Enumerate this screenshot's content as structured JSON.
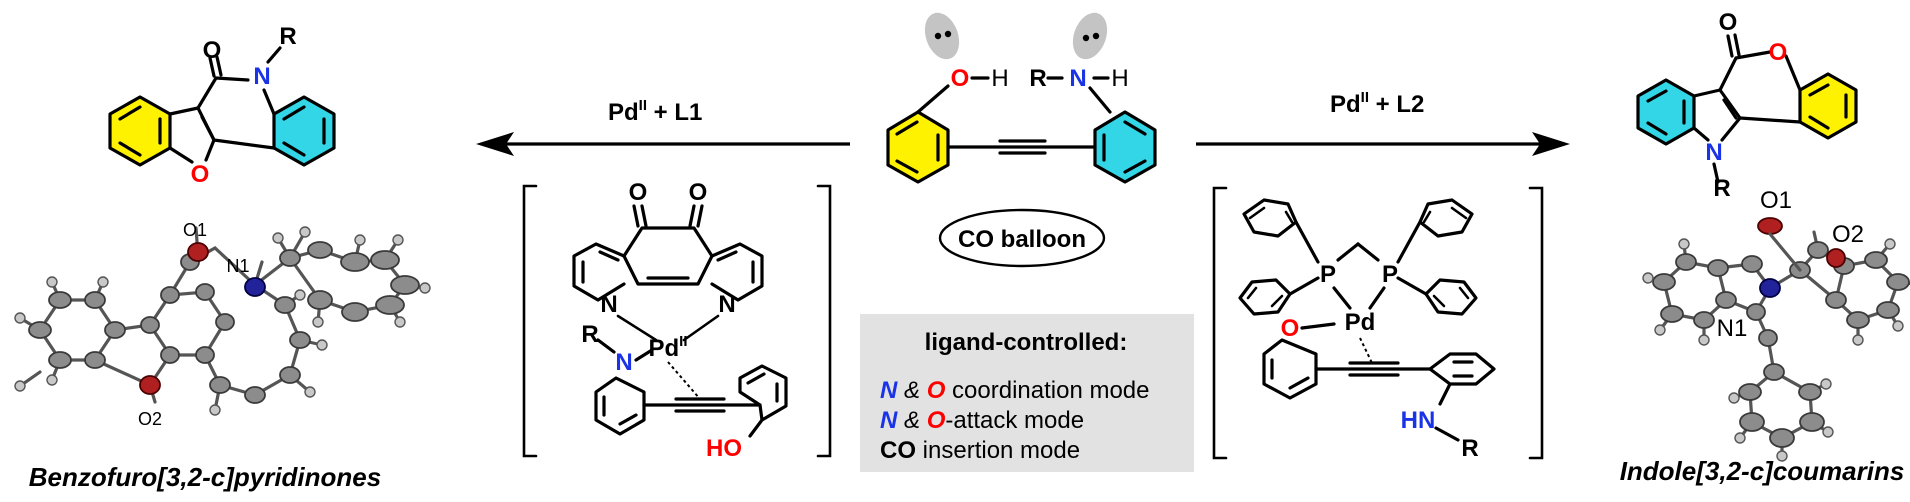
{
  "colors": {
    "yellow_ring": "#fff200",
    "cyan_ring": "#33d6e6",
    "nitrogen": "#1a33e6",
    "oxygen": "#ff0000",
    "panel_gray": "#e2e2e2"
  },
  "left_product": {
    "atoms": {
      "o_carbonyl": "O",
      "n": "N",
      "r": "R",
      "o_ring": "O"
    },
    "crystal_labels": {
      "o1": "O1",
      "n1": "N1",
      "o2": "O2"
    },
    "name": "Benzofuro[3,2-c]pyridinones"
  },
  "left_arrow": {
    "reagent_main": "Pd",
    "reagent_sup": "II",
    "reagent_tail": " + L1"
  },
  "right_arrow": {
    "reagent_main": "Pd",
    "reagent_sup": "II",
    "reagent_tail": " + L2"
  },
  "substrate": {
    "atoms": {
      "o": "O",
      "h_o": "H",
      "r": "R",
      "n": "N",
      "h_n": "H"
    },
    "co_balloon": "CO balloon"
  },
  "left_intermediate": {
    "atoms": {
      "o1": "O",
      "o2": "O",
      "n1": "N",
      "n2": "N",
      "pd": "Pd",
      "pd_sup": "II",
      "r": "R",
      "n_amide": "N",
      "ho": "HO"
    }
  },
  "right_intermediate": {
    "atoms": {
      "p1": "P",
      "p2": "P",
      "o": "O",
      "pd": "Pd",
      "hn": "HN",
      "r": "R"
    }
  },
  "info_box": {
    "title": "ligand-controlled:",
    "line1": {
      "a": "N",
      "amp": " & ",
      "b": "O",
      "rest": " coordination mode"
    },
    "line2": {
      "a": "N",
      "amp": " & ",
      "b": "O",
      "rest": "-attack mode"
    },
    "line3": {
      "a": "CO",
      "rest": " insertion mode"
    }
  },
  "right_product": {
    "atoms": {
      "o_carbonyl": "O",
      "o_ring": "O",
      "n": "N",
      "r": "R"
    },
    "crystal_labels": {
      "o1": "O1",
      "o2": "O2",
      "n1": "N1"
    },
    "name": "Indole[3,2-c]coumarins"
  }
}
